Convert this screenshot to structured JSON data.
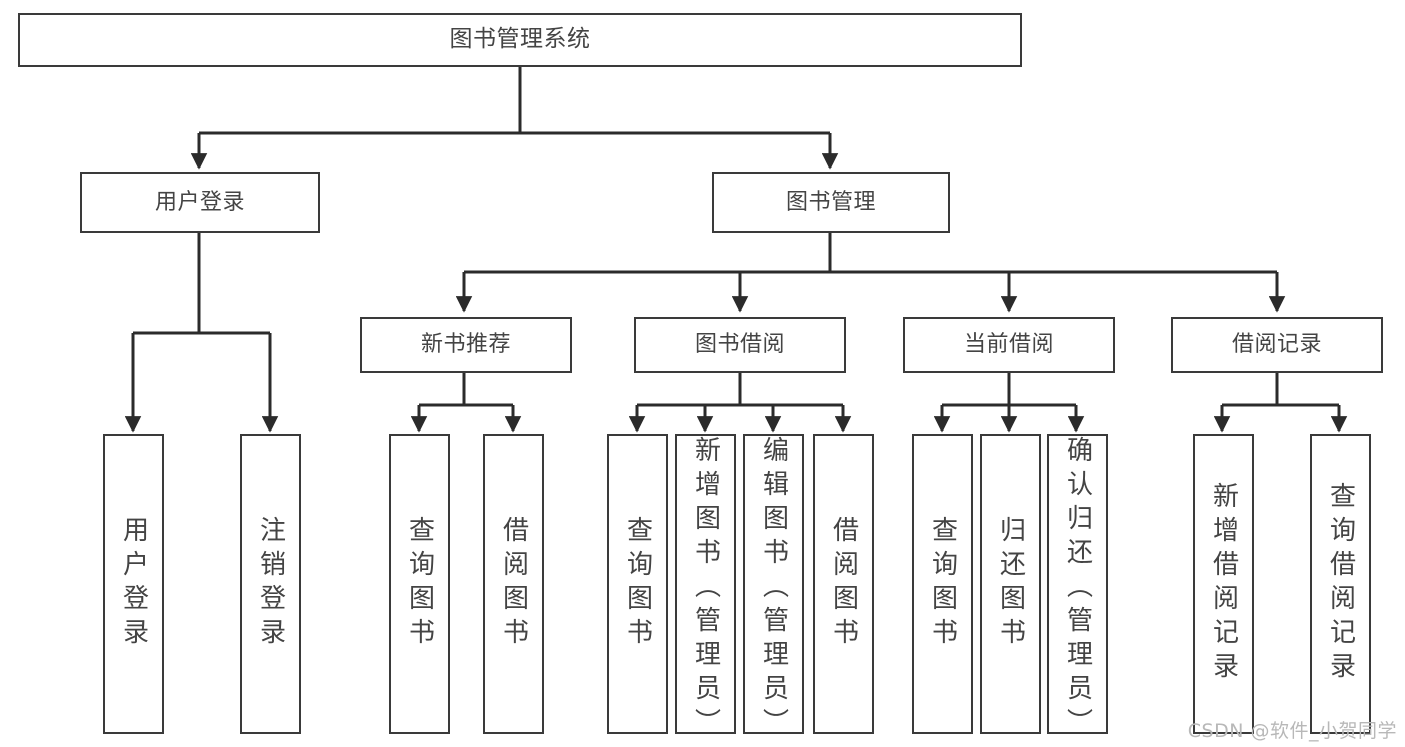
{
  "diagram": {
    "title": "图书管理系统",
    "type": "功能结构图",
    "watermark": "CSDN @软件_小贺同学",
    "colors": {
      "box_border": "#3a3a3a",
      "box_fill": "#ffffff",
      "text": "#444444",
      "connector": "#2b2b2b",
      "watermark": "#b8b8b8",
      "background": "#ffffff"
    },
    "root": {
      "label": "图书管理系统"
    },
    "level1": [
      {
        "label": "用户登录"
      },
      {
        "label": "图书管理"
      }
    ],
    "level2": [
      {
        "label": "新书推荐"
      },
      {
        "label": "图书借阅"
      },
      {
        "label": "当前借阅"
      },
      {
        "label": "借阅记录"
      }
    ],
    "leaves": [
      {
        "label": "用户登录",
        "parent": "用户登录"
      },
      {
        "label": "注销登录",
        "parent": "用户登录"
      },
      {
        "label": "查询图书",
        "parent": "新书推荐"
      },
      {
        "label": "借阅图书",
        "parent": "新书推荐"
      },
      {
        "label": "查询图书",
        "parent": "图书借阅"
      },
      {
        "label": "新增图书（管理员）",
        "parent": "图书借阅"
      },
      {
        "label": "编辑图书（管理员）",
        "parent": "图书借阅"
      },
      {
        "label": "借阅图书",
        "parent": "图书借阅"
      },
      {
        "label": "查询图书",
        "parent": "当前借阅"
      },
      {
        "label": "归还图书",
        "parent": "当前借阅"
      },
      {
        "label": "确认归还（管理员）",
        "parent": "当前借阅"
      },
      {
        "label": "新增借阅记录",
        "parent": "借阅记录"
      },
      {
        "label": "查询借阅记录",
        "parent": "借阅记录"
      }
    ]
  }
}
